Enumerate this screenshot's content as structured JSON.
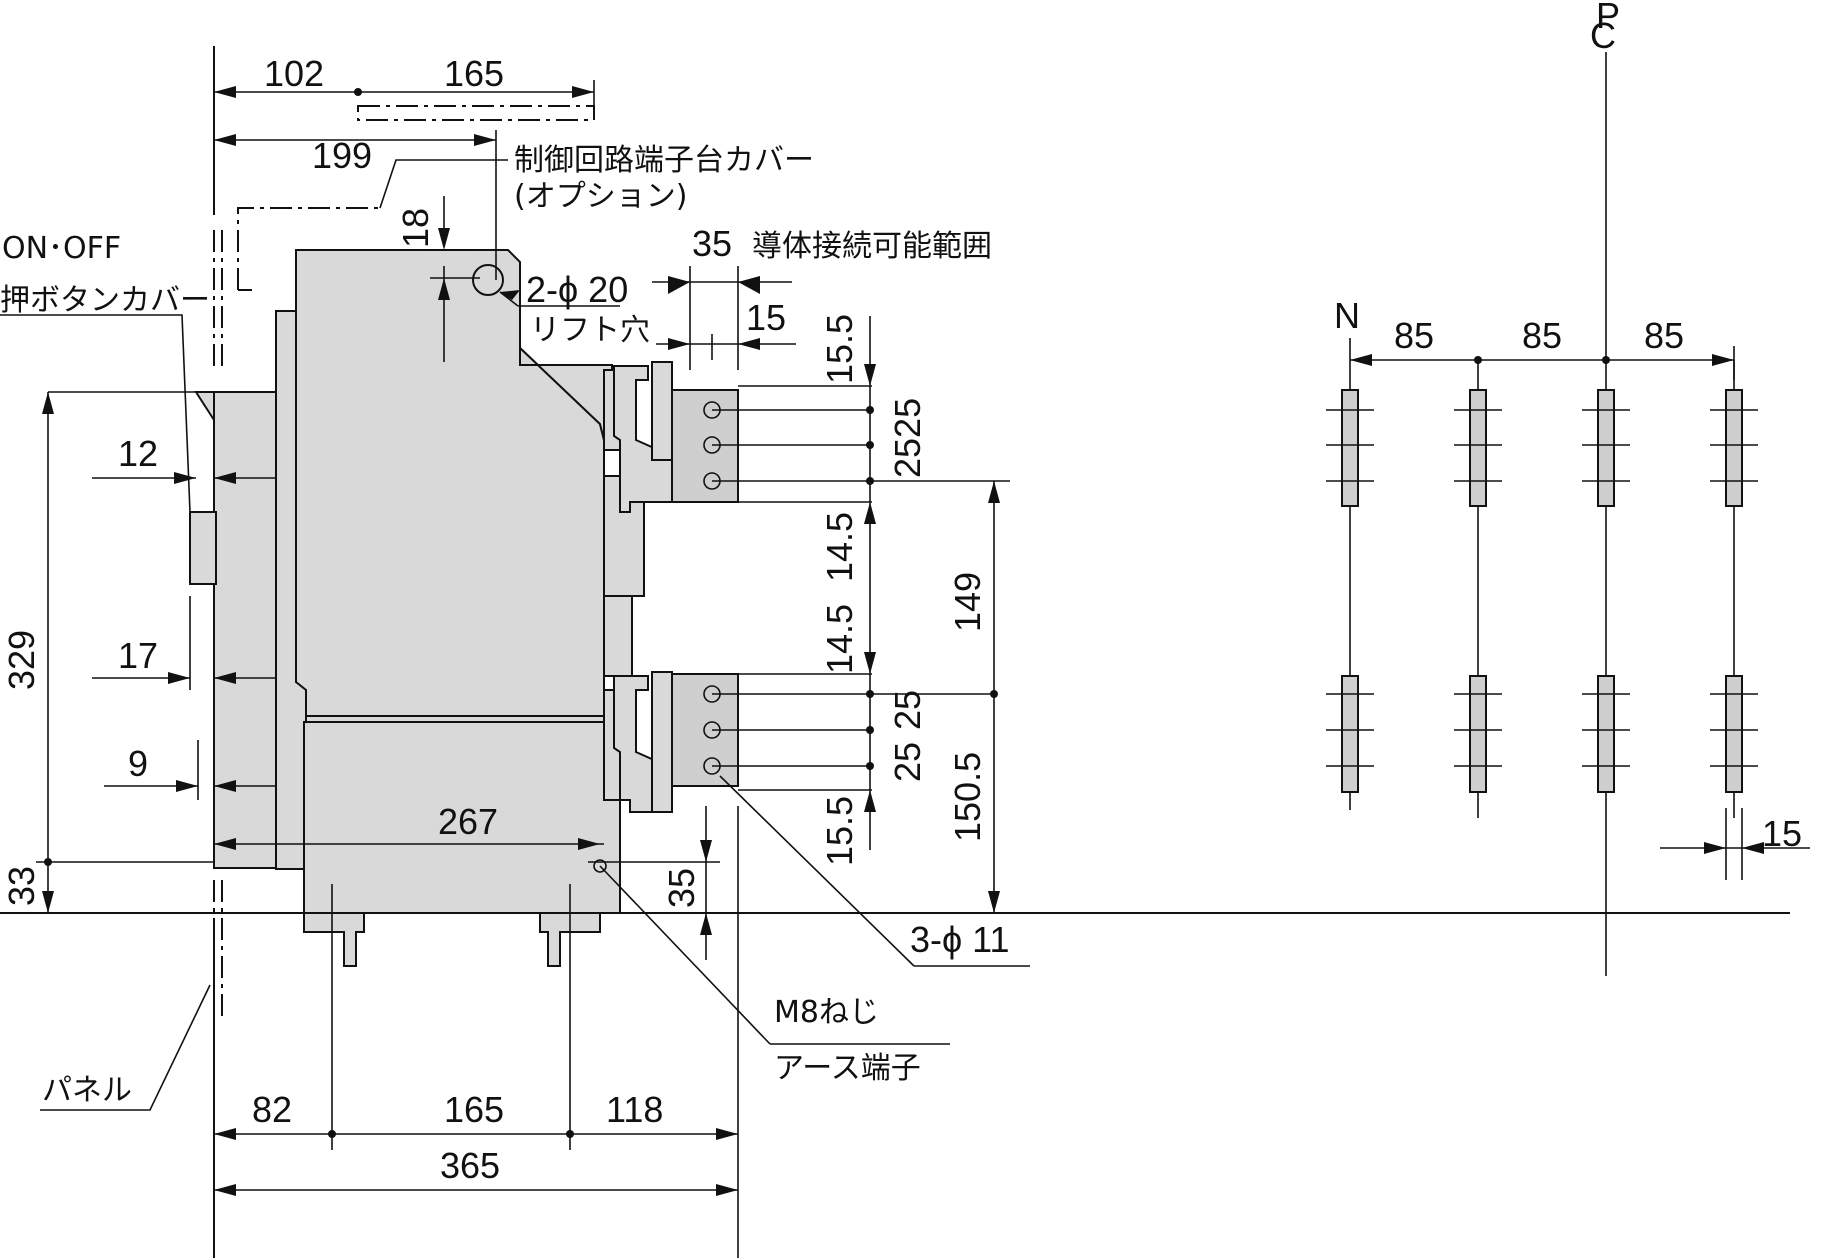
{
  "dimensions": {
    "d102": "102",
    "d165_top": "165",
    "d199": "199",
    "d18": "18",
    "d2phi20": "2-ϕ 20",
    "d35_range": "35",
    "d15_top": "15",
    "d15_5_top": "15.5",
    "d25_25": "2525",
    "d14_5_a": "14.5",
    "d14_5_b": "14.5",
    "d149": "149",
    "d25_a": "25",
    "d25_b": "25",
    "d15_5_bottom": "15.5",
    "d150_5": "150.5",
    "d35_bottom": "35",
    "d3phi11": "3-ϕ 11",
    "d12": "12",
    "d17": "17",
    "d9": "9",
    "d329": "329",
    "d33": "33",
    "d267": "267",
    "d82": "82",
    "d165_bottom": "165",
    "d118": "118",
    "d365": "365",
    "d85_a": "85",
    "d85_b": "85",
    "d85_c": "85",
    "d15_right": "15"
  },
  "labels": {
    "control_cover_line1": "制御回路端子台カバー",
    "control_cover_line2": "(オプション)",
    "conductor_range": "導体接続可能範囲",
    "lift_hole": "リフト穴",
    "on_off": "ON･OFF",
    "button_cover": "押ボタンカバー",
    "panel": "パネル",
    "m8_screw": "M8ねじ",
    "earth_terminal": "アース端子",
    "neutral": "N",
    "centerline": "C",
    "centerline_p": "P"
  },
  "colors": {
    "body_fill": "#d9d9d9",
    "line": "#111111"
  }
}
